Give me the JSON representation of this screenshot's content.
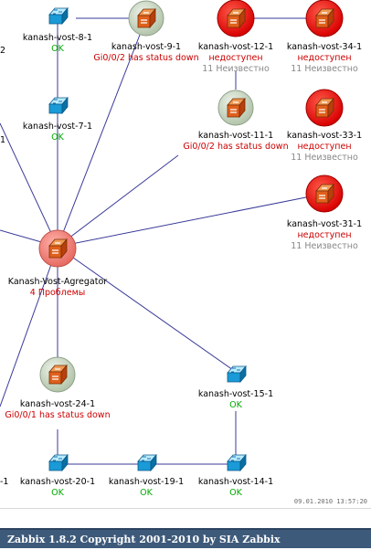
{
  "labels": {
    "kv8": "kanash-vost-8-1",
    "kv8_st": "OK",
    "kv7": "kanash-vost-7-1",
    "kv7_st": "OK",
    "kv9": "kanash-vost-9-1",
    "kv9_st": "Gi0/0/2 has status down",
    "kv12": "kanash-vost-12-1",
    "kv12_st": "недоступен",
    "kv12_unk": "11 Неизвестно",
    "kv34": "kanash-vost-34-1",
    "kv34_st": "недоступен",
    "kv34_unk": "11 Неизвестно",
    "kv11": "kanash-vost-11-1",
    "kv11_st": "Gi0/0/2 has status down",
    "kv33": "kanash-vost-33-1",
    "kv33_st": "недоступен",
    "kv33_unk": "11 Неизвестно",
    "kv31": "kanash-vost-31-1",
    "kv31_st": "недоступен",
    "kv31_unk": "11 Неизвестно",
    "agg": "Kanash-Vost-Agregator",
    "agg_st": "4 Проблемы",
    "kv24": "kanash-vost-24-1",
    "kv24_st": "Gi0/0/1 has status down",
    "kv15": "kanash-vost-15-1",
    "kv15_st": "OK",
    "kv20": "kanash-vost-20-1",
    "kv20_st": "OK",
    "kv19": "kanash-vost-19-1",
    "kv19_st": "OK",
    "kv14": "kanash-vost-14-1",
    "kv14_st": "OK",
    "edge_left_top": "2",
    "edge_left_mid": "1",
    "edge_left_bot": "-1"
  },
  "timestamp": "09.01.2010 13:57:20",
  "footer": "Zabbix 1.8.2 Copyright 2001-2010 by SIA Zabbix",
  "colors": {
    "ok": "#00aa00",
    "problem": "#cc0000",
    "unknown": "#888888",
    "link": "#3a3a9a",
    "footer_bg": "#3e5a7a",
    "icon_red_bg": "#ee1111",
    "icon_pink_bg": "#f28080",
    "icon_gray_bg": "#c8d8c0"
  },
  "icons": {
    "switch": "network-switch-icon",
    "router": "router-icon"
  }
}
